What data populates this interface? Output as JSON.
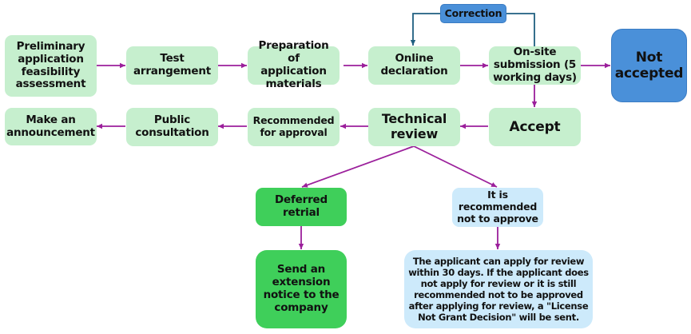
{
  "diagram": {
    "type": "flowchart",
    "colors": {
      "step": "#c6efce",
      "reject": "#4a90d9",
      "deferred": "#3fcf5a",
      "not_approved": "#cdeafb",
      "flow_arrow": "#9b1f9b",
      "correction_line": "#1f5f80"
    },
    "nodes": {
      "preliminary": {
        "label": "Preliminary\napplication\nfeasibility\nassessment"
      },
      "test": {
        "label": "Test\narrangement"
      },
      "preparation": {
        "label": "Preparation of\napplication\nmaterials"
      },
      "online": {
        "label": "Online\ndeclaration"
      },
      "onsite": {
        "label": "On-site\nsubmission (5\nworking days)"
      },
      "not_accepted": {
        "label": "Not\naccepted"
      },
      "correction": {
        "label": "Correction"
      },
      "accept": {
        "label": "Accept"
      },
      "technical": {
        "label": "Technical\nreview"
      },
      "recommended": {
        "label": "Recommended\nfor approval"
      },
      "public": {
        "label": "Public\nconsultation"
      },
      "announcement": {
        "label": "Make an\nannouncement"
      },
      "deferred": {
        "label": "Deferred\nretrial"
      },
      "extension": {
        "label": "Send an\nextension\nnotice to the\ncompany"
      },
      "not_recommended": {
        "label": "It is\nrecommended\nnot to approve"
      },
      "review_note": {
        "label": "The applicant can apply for review\nwithin 30 days. If the applicant does\nnot apply for review or it is still\nrecommended not to be approved\nafter applying for review, a \"License\nNot Grant Decision\" will be sent."
      }
    },
    "edges": [
      {
        "from": "preliminary",
        "to": "test"
      },
      {
        "from": "test",
        "to": "preparation"
      },
      {
        "from": "preparation",
        "to": "online"
      },
      {
        "from": "online",
        "to": "onsite"
      },
      {
        "from": "onsite",
        "to": "not_accepted"
      },
      {
        "from": "onsite",
        "to": "correction"
      },
      {
        "from": "correction",
        "to": "online"
      },
      {
        "from": "onsite",
        "to": "accept"
      },
      {
        "from": "accept",
        "to": "technical"
      },
      {
        "from": "technical",
        "to": "recommended"
      },
      {
        "from": "recommended",
        "to": "public"
      },
      {
        "from": "public",
        "to": "announcement"
      },
      {
        "from": "technical",
        "to": "deferred"
      },
      {
        "from": "technical",
        "to": "not_recommended"
      },
      {
        "from": "deferred",
        "to": "extension"
      },
      {
        "from": "not_recommended",
        "to": "review_note"
      }
    ]
  }
}
